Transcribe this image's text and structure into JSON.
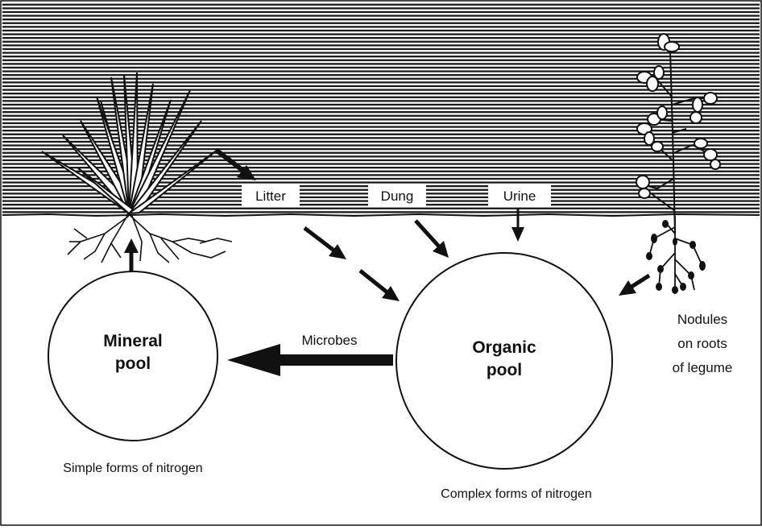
{
  "diagram": {
    "above_ground_labels": {
      "litter": "Litter",
      "dung": "Dung",
      "urine": "Urine"
    },
    "mineral_pool": {
      "line1": "Mineral",
      "line2": "pool",
      "caption": "Simple forms of nitrogen"
    },
    "organic_pool": {
      "line1": "Organic",
      "line2": "pool",
      "caption": "Complex forms of nitrogen"
    },
    "microbes_label": "Microbes",
    "legume_label": {
      "line1": "Nodules",
      "line2": "on roots",
      "line3": "of legume"
    },
    "colors": {
      "ink": "#111111",
      "background": "#ffffff"
    }
  }
}
